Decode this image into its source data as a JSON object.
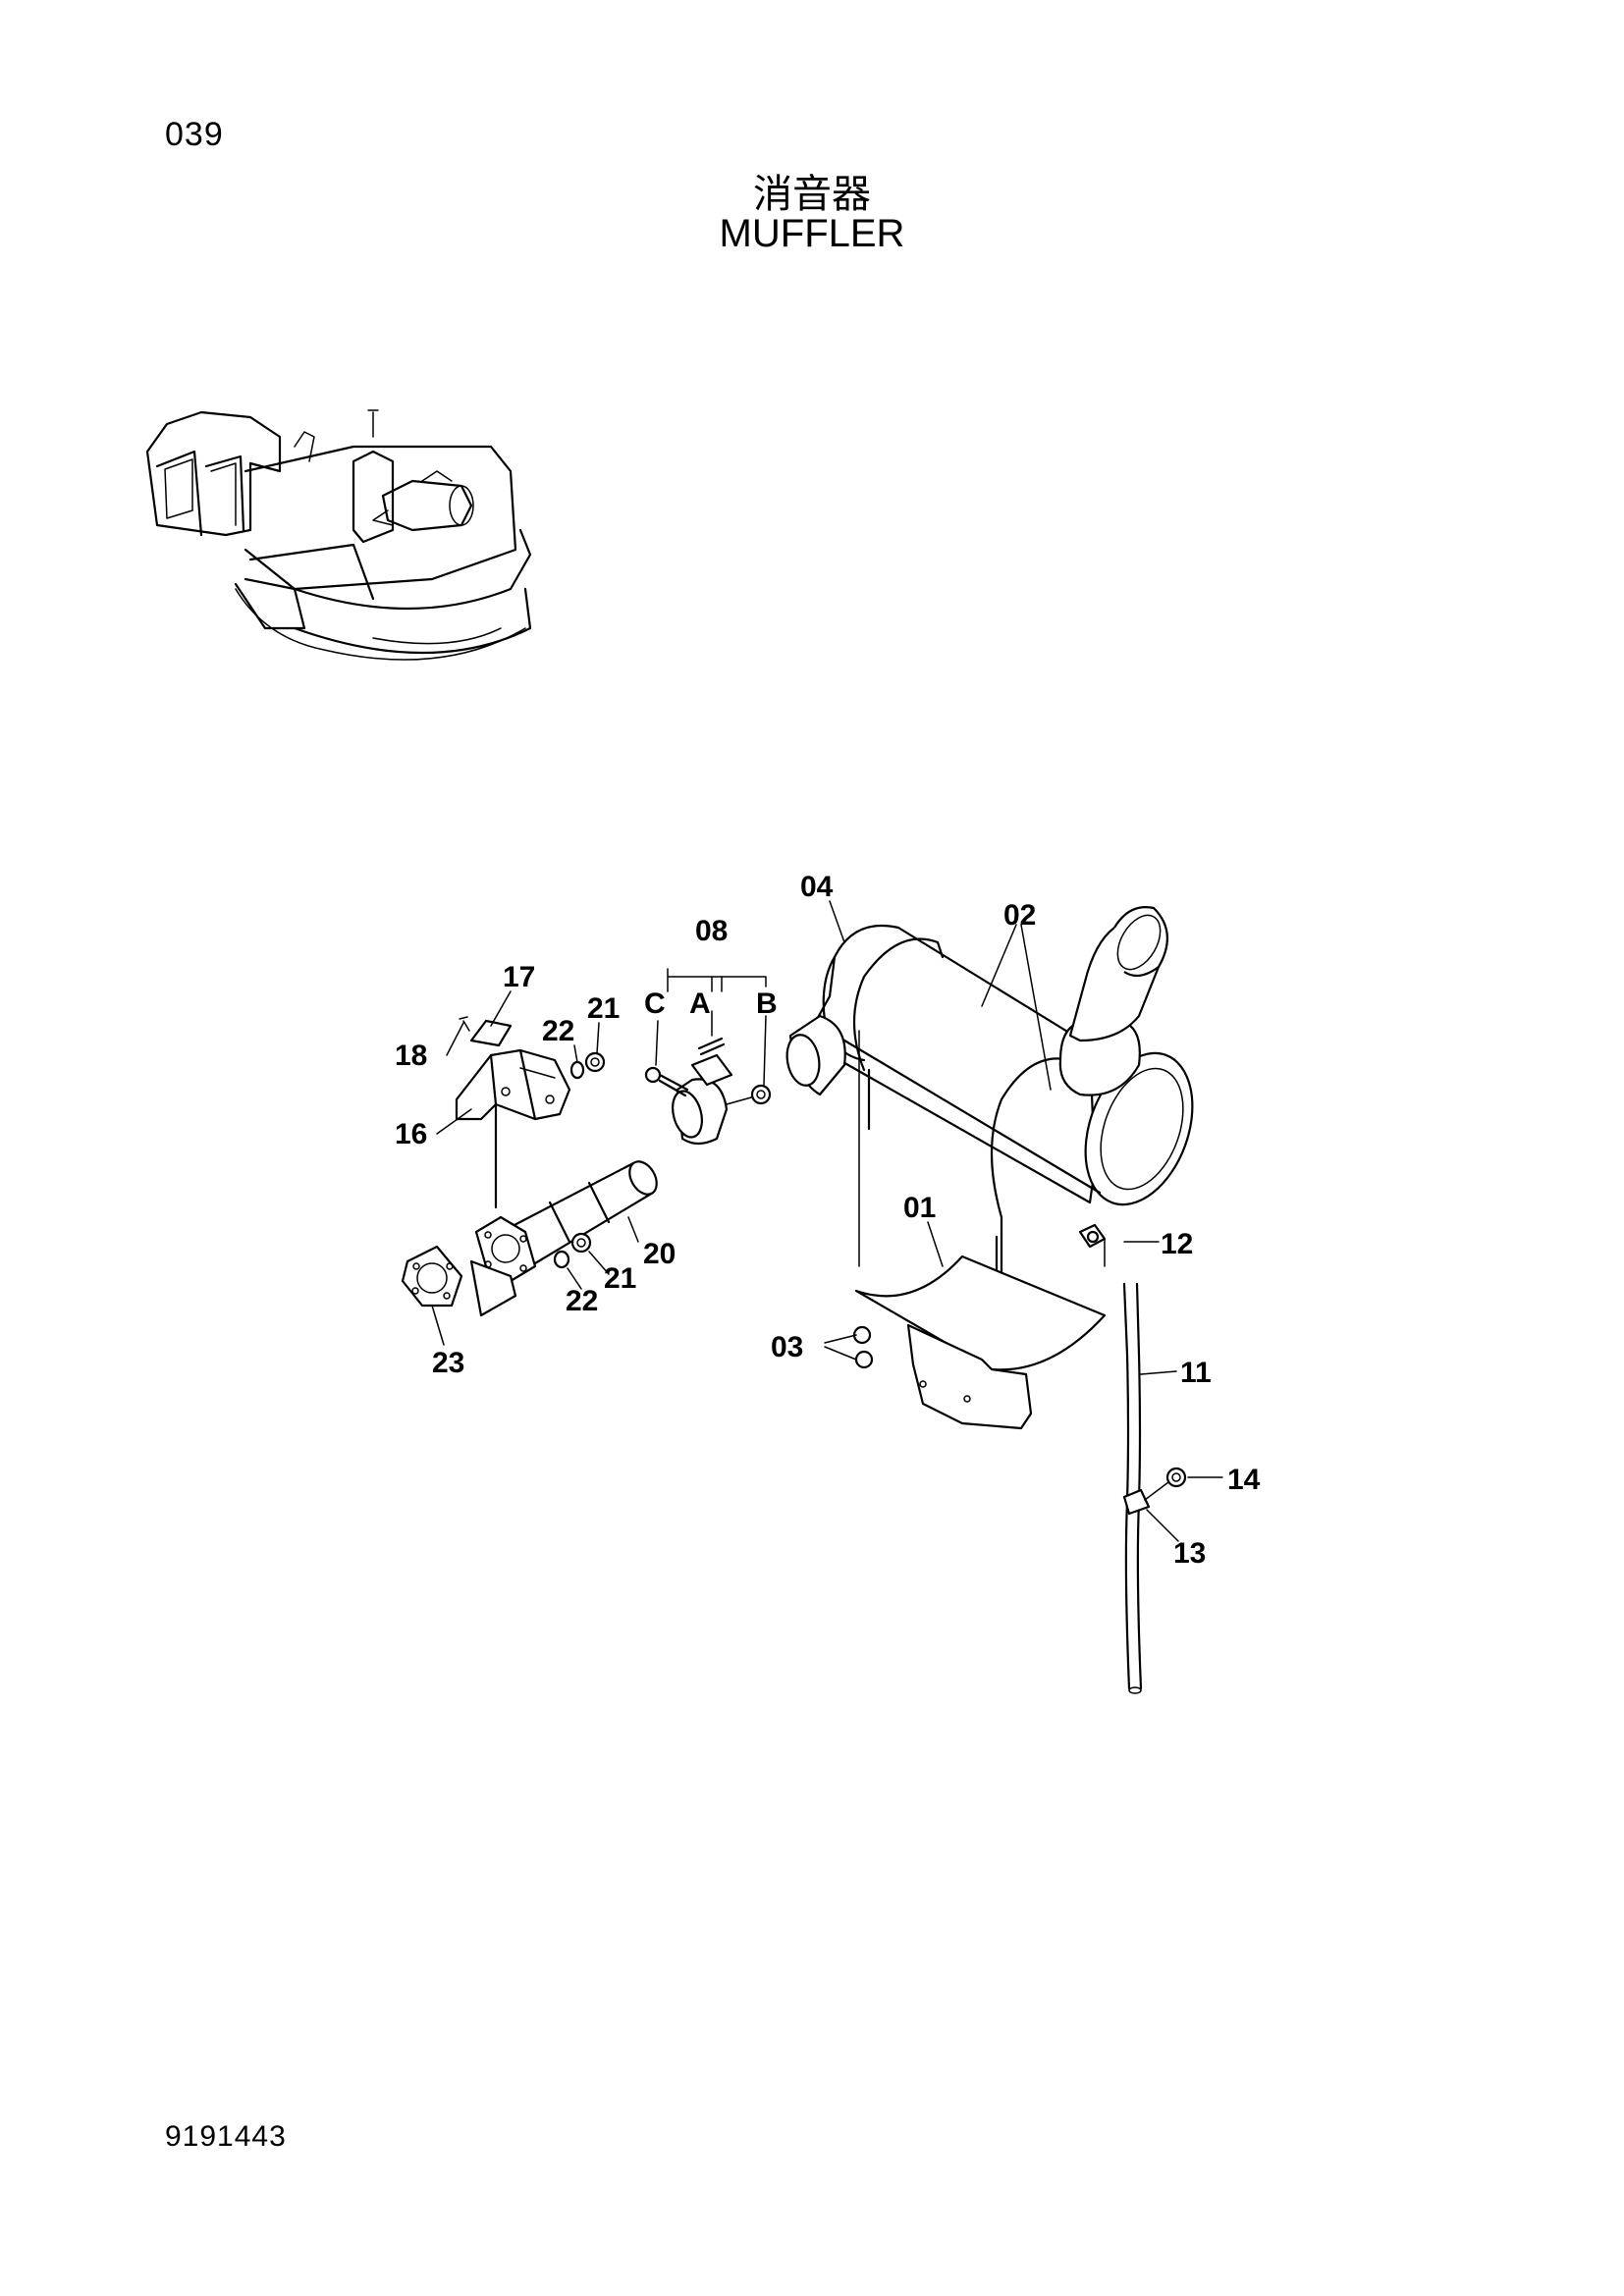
{
  "header": {
    "page_number": "039",
    "title_cn": "消音器",
    "title_en": "MUFFLER"
  },
  "footer": {
    "document_number": "9191443"
  },
  "callouts": {
    "c01": "01",
    "c02": "02",
    "c03": "03",
    "c04": "04",
    "c08": "08",
    "cA": "A",
    "cB": "B",
    "cC": "C",
    "c11": "11",
    "c12": "12",
    "c13": "13",
    "c14": "14",
    "c16": "16",
    "c17": "17",
    "c18": "18",
    "c20": "20",
    "c21a": "21",
    "c21b": "21",
    "c22a": "22",
    "c22b": "22",
    "c23": "23"
  }
}
